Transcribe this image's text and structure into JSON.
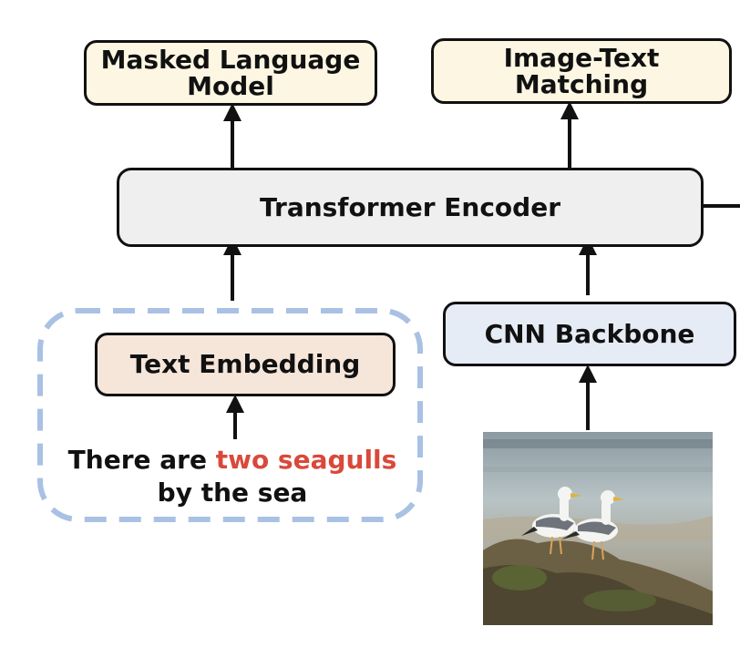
{
  "boxes": {
    "masked_language_model": "Masked Language Model",
    "image_text_matching": "Image-Text Matching",
    "transformer_encoder": "Transformer Encoder",
    "cnn_backbone": "CNN Backbone",
    "text_embedding": "Text Embedding"
  },
  "caption": {
    "part1": "There are ",
    "highlight": "two seagulls",
    "part2": "by the sea"
  },
  "colors": {
    "task_box_fill": "#fcf6e2",
    "encoder_fill": "#efefef",
    "cnn_fill": "#e6ecf6",
    "embedding_fill": "#f6e6da",
    "dashed_group_border": "#a9c1e3",
    "highlight_text": "#d9493a"
  }
}
